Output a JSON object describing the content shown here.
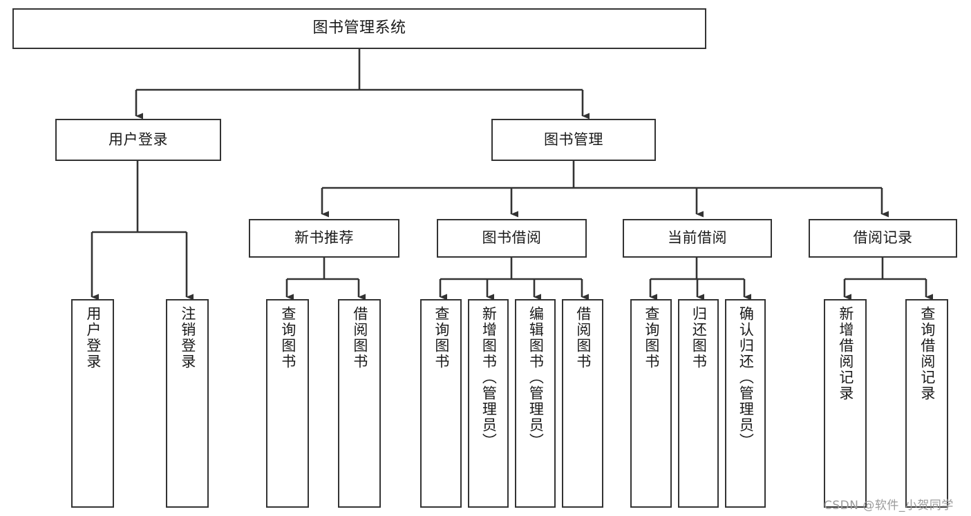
{
  "diagram": {
    "type": "tree",
    "title": "图书管理系统",
    "background_color": "#ffffff",
    "line_color": "#333333",
    "box_fill": "#ffffff",
    "watermark": "CSDN @软件_小贺同学"
  },
  "nodes": {
    "root": {
      "label": "图书管理系统"
    },
    "level2": [
      {
        "id": "user-login",
        "label": "用户登录"
      },
      {
        "id": "book-manage",
        "label": "图书管理"
      }
    ],
    "level3": [
      {
        "id": "new-book-recommend",
        "label": "新书推荐"
      },
      {
        "id": "book-borrow",
        "label": "图书借阅"
      },
      {
        "id": "current-borrow",
        "label": "当前借阅"
      },
      {
        "id": "borrow-record",
        "label": "借阅记录"
      }
    ],
    "leaves": {
      "user_login": [
        {
          "id": "leaf-user-login",
          "label": "用户登录"
        },
        {
          "id": "leaf-logout",
          "label": "注销登录"
        }
      ],
      "new_book_recommend": [
        {
          "id": "leaf-query-book-1",
          "label": "查询图书"
        },
        {
          "id": "leaf-borrow-book-1",
          "label": "借阅图书"
        }
      ],
      "book_borrow": [
        {
          "id": "leaf-query-book-2",
          "label": "查询图书"
        },
        {
          "id": "leaf-add-book",
          "label": "新增图书（管理员）"
        },
        {
          "id": "leaf-edit-book",
          "label": "编辑图书（管理员）"
        },
        {
          "id": "leaf-borrow-book-2",
          "label": "借阅图书"
        }
      ],
      "current_borrow": [
        {
          "id": "leaf-query-book-3",
          "label": "查询图书"
        },
        {
          "id": "leaf-return-book",
          "label": "归还图书"
        },
        {
          "id": "leaf-confirm-return",
          "label": "确认归还（管理员）"
        }
      ],
      "borrow_record": [
        {
          "id": "leaf-add-record",
          "label": "新增借阅记录"
        },
        {
          "id": "leaf-query-record",
          "label": "查询借阅记录"
        }
      ]
    }
  }
}
